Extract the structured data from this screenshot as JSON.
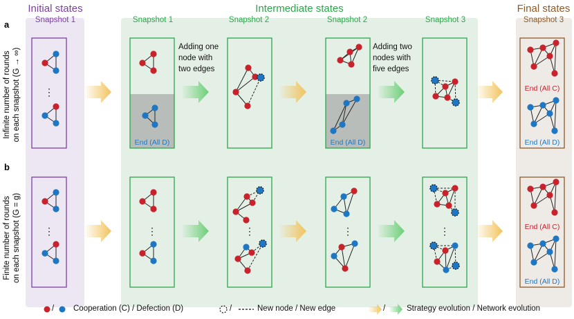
{
  "headers": {
    "initial": "Initial states",
    "intermediate": "Intermediate states",
    "final": "Final states"
  },
  "snapshots": {
    "s1_initial": "Snapshot 1",
    "s1_mid": "Snapshot 1",
    "s2_a": "Snapshot 2",
    "s2_b": "Snapshot 2",
    "s3_mid": "Snapshot 3",
    "s3_final": "Snapshot 3"
  },
  "rows": {
    "a": {
      "label": "a",
      "side_line1": "Infinite number of rounds",
      "side_line2": "on each snapshot (G → ∞)",
      "end_d_1": "End (All D)",
      "end_d_2": "End (All D)",
      "end_c": "End (All C)",
      "end_d_final": "End (All D)"
    },
    "b": {
      "label": "b",
      "side_line1": "Finite number of rounds",
      "side_line2": "on each snapshot (G = g)",
      "end_c": "End (All C)",
      "end_d_final": "End (All D)"
    }
  },
  "notes": {
    "add_one_l1": "Adding one",
    "add_one_l2": "node with",
    "add_one_l3": "two edges",
    "add_two_l1": "Adding two",
    "add_two_l2": "nodes with",
    "add_two_l3": "five edges"
  },
  "ellipsis": "⋮",
  "legend": {
    "slash": "/",
    "coop_defect": "Cooperation (C) / Defection (D)",
    "new_node_edge": "New node / New edge",
    "evolutions": "Strategy evolution / Network evolution"
  },
  "colors": {
    "cooperator": "#c8232c",
    "defector": "#1f77c4",
    "purple": "#7b3fa0",
    "green": "#2aa64a",
    "brown": "#8b5a2b",
    "strategy_arrow": "#f2c35e",
    "network_arrow": "#6dcf78",
    "end_shade": "#b9bdb9"
  }
}
